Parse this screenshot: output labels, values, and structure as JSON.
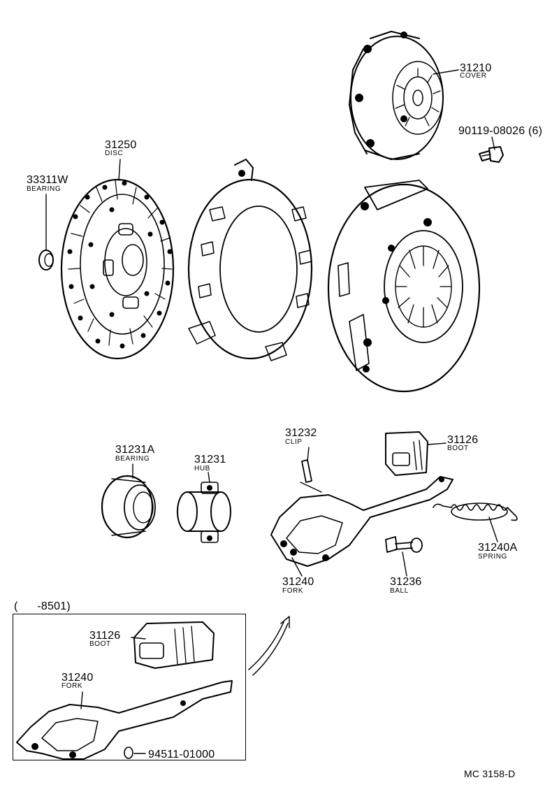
{
  "parts": {
    "cover": {
      "number": "31210",
      "name": "COVER"
    },
    "bolt": {
      "number": "90119-08026 (6)"
    },
    "disc": {
      "number": "31250",
      "name": "DISC"
    },
    "bearing_pilot": {
      "number": "33311W",
      "name": "BEARING"
    },
    "clip": {
      "number": "31232",
      "name": "CLIP"
    },
    "boot": {
      "number": "31126",
      "name": "BOOT"
    },
    "release_bearing": {
      "number": "31231A",
      "name": "BEARING"
    },
    "hub": {
      "number": "31231",
      "name": "HUB"
    },
    "spring": {
      "number": "31240A",
      "name": "SPRING"
    },
    "fork": {
      "number": "31240",
      "name": "FORK"
    },
    "ball": {
      "number": "31236",
      "name": "BALL"
    }
  },
  "inset": {
    "range": "(      -8501)",
    "boot": {
      "number": "31126",
      "name": "BOOT"
    },
    "fork": {
      "number": "31240",
      "name": "FORK"
    },
    "washer": {
      "number": "94511-01000"
    }
  },
  "footer": {
    "code": "MC 3158-D"
  }
}
